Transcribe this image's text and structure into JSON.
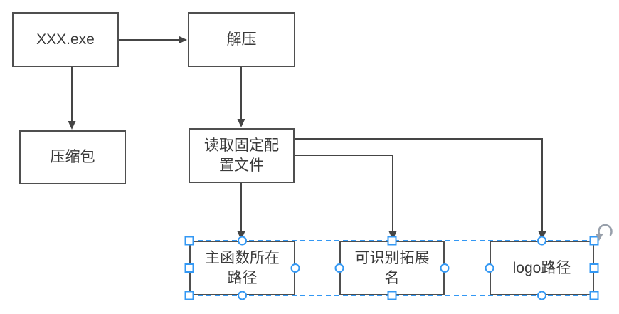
{
  "diagram": {
    "title": "flowchart of XXX.exe unpacking and reading fixed configuration file",
    "nodes": {
      "xxx_exe": {
        "label": "XXX.exe"
      },
      "decompress": {
        "label": "解压"
      },
      "archive": {
        "label": "压缩包"
      },
      "read_config": {
        "label": "读取固定配\n置文件"
      },
      "main_path": {
        "label": "主函数所在\n路径"
      },
      "extensions": {
        "label": "可识别拓展\n名"
      },
      "logo_path": {
        "label": "logo路径"
      }
    },
    "edges": [
      {
        "from": "xxx_exe",
        "to": "decompress"
      },
      {
        "from": "xxx_exe",
        "to": "archive"
      },
      {
        "from": "decompress",
        "to": "read_config"
      },
      {
        "from": "read_config",
        "to": "main_path"
      },
      {
        "from": "read_config",
        "to": "extensions"
      },
      {
        "from": "read_config",
        "to": "logo_path"
      }
    ],
    "selection": {
      "selected_nodes": [
        "main_path",
        "extensions",
        "logo_path"
      ],
      "handle_shapes": {
        "resize": "square",
        "connection_point": "circle"
      },
      "rotate_handle": true
    },
    "colors": {
      "background": "#ffffff",
      "box_border": "#4f4f4f",
      "connector": "#454545",
      "text": "#3a3a3a",
      "selection_blue": "#3398f4",
      "rotate_gray": "#98a0ab"
    }
  }
}
